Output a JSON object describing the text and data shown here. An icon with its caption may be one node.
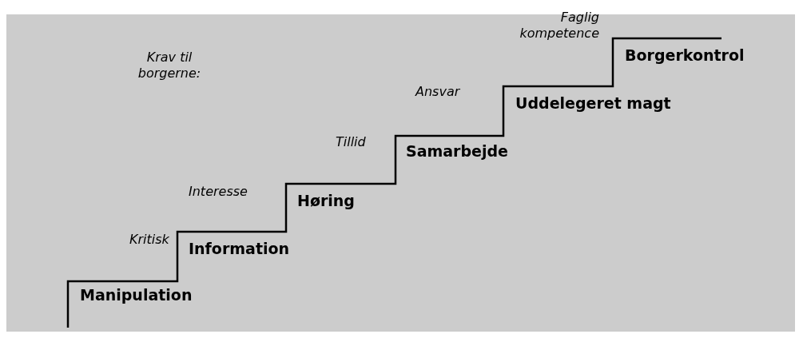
{
  "diagram": {
    "labels": [
      "Krav til borgerne:",
      "Faglig kompetence",
      "Borgerkontrol",
      "Ansvar",
      "Uddelegeret magt",
      "Tillid",
      "Samarbejde",
      "Interesse",
      "Høring",
      "Kritisk",
      "Information",
      "Manipulation"
    ]
  }
}
